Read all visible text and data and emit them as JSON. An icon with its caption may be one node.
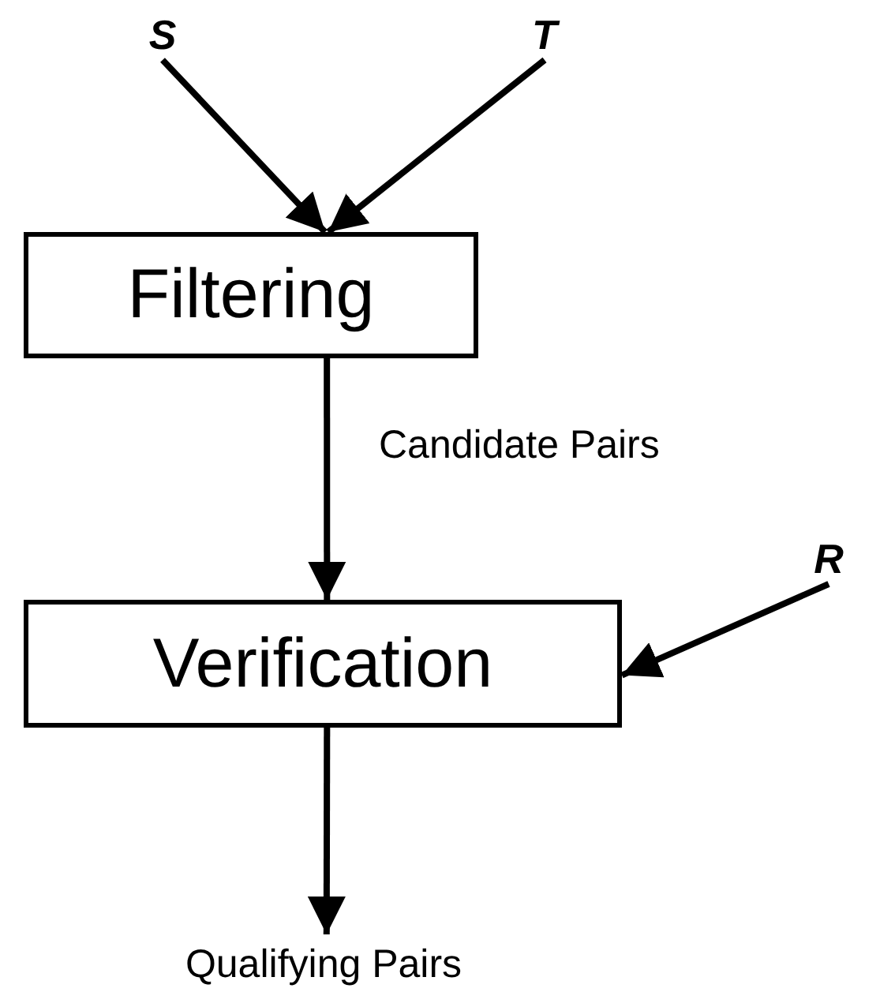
{
  "diagram": {
    "nodes": [
      {
        "text": [
          "S"
        ]
      },
      {
        "text": [
          "T"
        ]
      },
      {
        "text": [
          "Filtering"
        ]
      },
      {
        "text": [
          "Verification"
        ]
      },
      {
        "text": [
          "R"
        ]
      },
      {
        "text": [
          "Qualifying Pairs"
        ]
      }
    ],
    "edges": [
      {
        "from": 0,
        "to": 2,
        "arrow": "to"
      },
      {
        "from": 1,
        "to": 2,
        "arrow": "to"
      },
      {
        "from": 2,
        "to": 3,
        "arrow": "to",
        "label": "Candidate Pairs"
      },
      {
        "from": 4,
        "to": 3,
        "arrow": "to"
      },
      {
        "from": 3,
        "to": 5,
        "arrow": "to"
      }
    ]
  }
}
